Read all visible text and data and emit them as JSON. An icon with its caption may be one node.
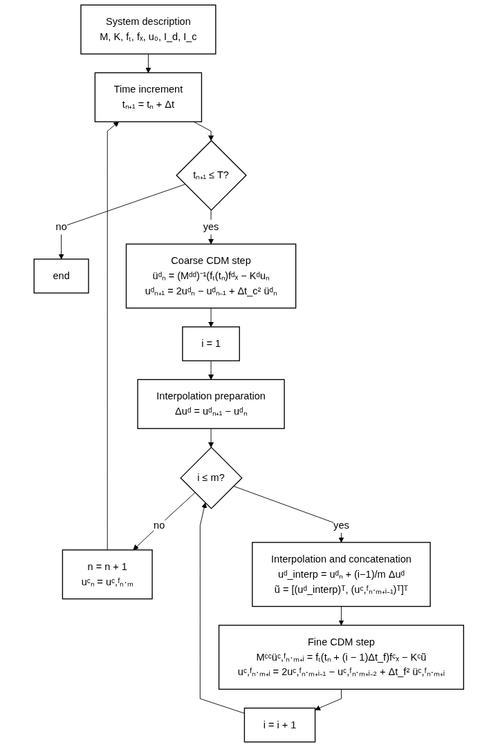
{
  "diagram": {
    "nodes": [
      {
        "text": [
          "System description",
          "M, K, fₜ, fₓ, u₀, I_d, I_c"
        ]
      },
      {
        "text": [
          "Time increment",
          "tₙ₊₁ = tₙ + Δt"
        ]
      },
      {
        "text": [
          "tₙ₊₁ ≤ T?"
        ]
      },
      {
        "text": [
          "end"
        ]
      },
      {
        "text": [
          "Coarse CDM step",
          "üᵈₙ = (Mᵈᵈ)⁻¹(fₜ(tₙ)fᵈₓ − Kᵈuₙ",
          "uᵈₙ₊₁ = 2uᵈₙ − uᵈₙ₋₁ + Δt_c² üᵈₙ"
        ]
      },
      {
        "text": [
          "i = 1"
        ]
      },
      {
        "text": [
          "Interpolation preparation",
          "Δuᵈ = uᵈₙ₊₁ − uᵈₙ"
        ]
      },
      {
        "text": [
          "i ≤ m?"
        ]
      },
      {
        "text": [
          "n = n + 1",
          "uᶜₙ = uᶜ,ᶠₙ·ₘ"
        ]
      },
      {
        "text": [
          "Interpolation and concatenation",
          "uᵈ_interp = uᵈₙ + (i−1)/m Δuᵈ",
          "ũ = [(uᵈ_interp)ᵀ, (uᶜ,ᶠₙ·ₘ₊ᵢ₋₁)ᵀ]ᵀ"
        ]
      },
      {
        "text": [
          "Fine CDM step",
          "Mᶜᶜüᶜ,ᶠₙ·ₘ₊ᵢ = fₜ(tₙ + (i − 1)Δt_f)fᶜₓ − Kᶜũ",
          "uᶜ,ᶠₙ·ₘ₊ᵢ = 2uᶜ,ᶠₙ·ₘ₊ᵢ₋₁ − uᶜ,ᶠₙ·ₘ₊ᵢ₋₂ + Δt_f² üᶜ,ᶠₙ·ₘ₊ᵢ"
        ]
      },
      {
        "text": [
          "i = i + 1"
        ]
      }
    ],
    "edges": [
      {
        "from": 0,
        "to": 1,
        "arrow": "to"
      },
      {
        "from": 1,
        "to": 2,
        "arrow": "to"
      },
      {
        "from": 2,
        "to": 3,
        "arrow": "to",
        "label": "no"
      },
      {
        "from": 2,
        "to": 4,
        "arrow": "to",
        "label": "yes"
      },
      {
        "from": 4,
        "to": 5,
        "arrow": "to"
      },
      {
        "from": 5,
        "to": 6,
        "arrow": "to"
      },
      {
        "from": 6,
        "to": 7,
        "arrow": "to"
      },
      {
        "from": 7,
        "to": 8,
        "arrow": "to",
        "label": "no"
      },
      {
        "from": 7,
        "to": 9,
        "arrow": "to",
        "label": "yes"
      },
      {
        "from": 9,
        "to": 10,
        "arrow": "to"
      },
      {
        "from": 10,
        "to": 11,
        "arrow": "to"
      },
      {
        "from": 11,
        "to": 7,
        "arrow": "to"
      },
      {
        "from": 8,
        "to": 1,
        "arrow": "to"
      }
    ]
  }
}
